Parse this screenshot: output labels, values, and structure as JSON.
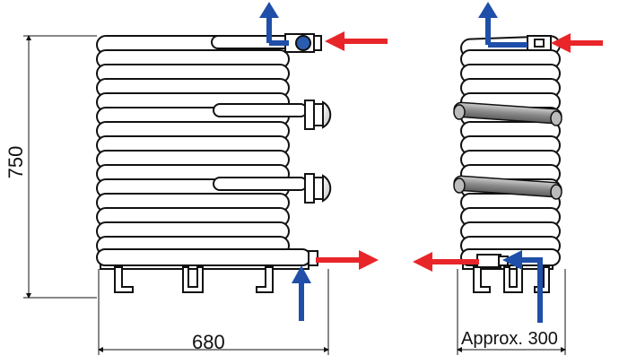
{
  "dimensions": {
    "height": "750",
    "width": "680",
    "depth": "Approx. 300"
  },
  "colors": {
    "flow_in": "#e8262a",
    "flow_out": "#1f4fa8",
    "outline": "#111111",
    "fill": "#ffffff",
    "heater_fill": "#8a8a8a"
  },
  "views": {
    "front": {
      "coil_turns": 16,
      "heater_count": 2
    },
    "side": {
      "coil_turns": 16,
      "heater_count": 2
    }
  }
}
